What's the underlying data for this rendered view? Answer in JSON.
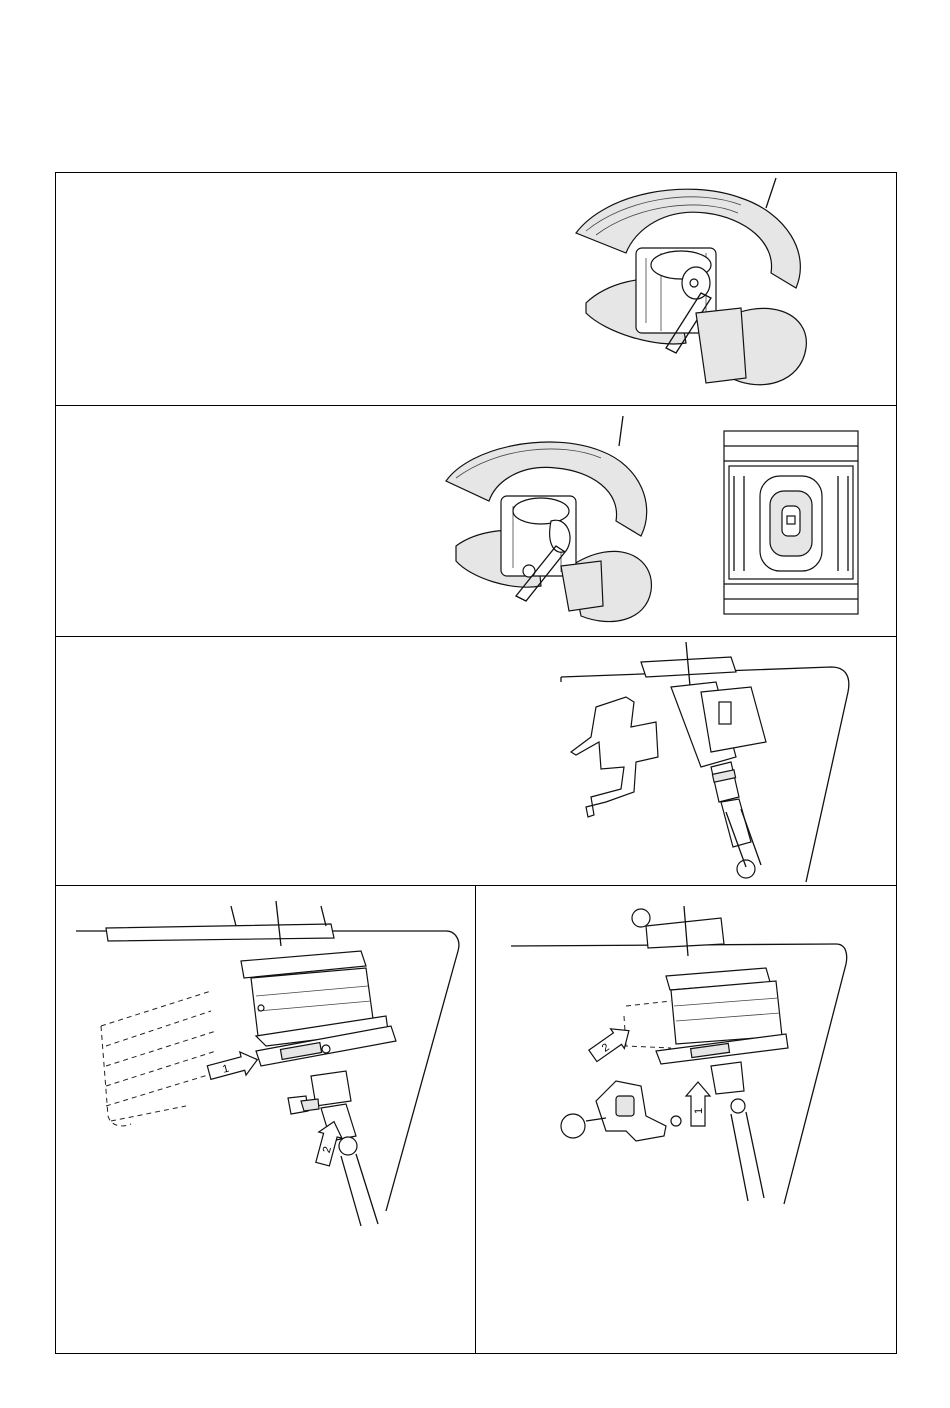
{
  "document": {
    "panels": [
      {
        "id": "step-1",
        "description_text": ""
      },
      {
        "id": "step-2",
        "description_text": ""
      },
      {
        "id": "step-3",
        "description_text": ""
      },
      {
        "id": "step-4a",
        "description_text": ""
      },
      {
        "id": "step-4b",
        "description_text": ""
      }
    ],
    "callouts": {
      "arrow_1_label": "1",
      "arrow_2_label": "2",
      "arrow_b1_label": "1",
      "arrow_b2_label": "2"
    }
  },
  "colors": {
    "line": "#111111",
    "shade": "#e6e6e6",
    "background": "#ffffff"
  }
}
